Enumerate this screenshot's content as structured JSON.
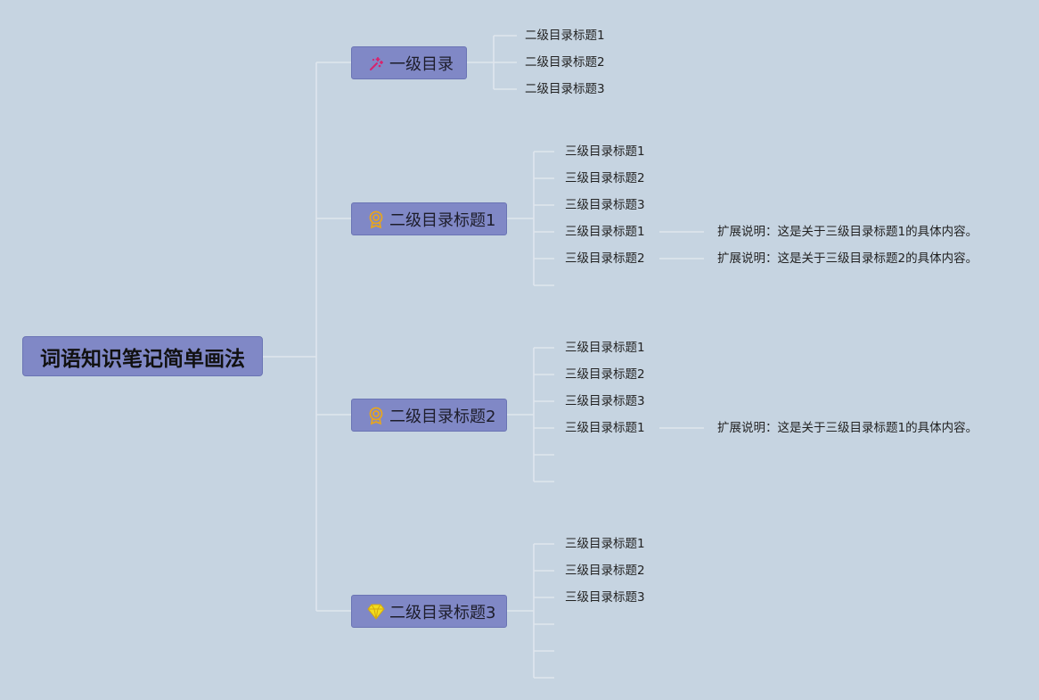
{
  "root": {
    "title": "词语知识笔记简单画法"
  },
  "branches": [
    {
      "label": "一级目录",
      "icon": "magic-wand-icon",
      "children": [
        "二级目录标题1",
        "二级目录标题2",
        "二级目录标题3"
      ]
    },
    {
      "label": "二级目录标题1",
      "icon": "medal-icon",
      "children": [
        "三级目录标题1",
        "三级目录标题2",
        "三级目录标题3",
        "三级目录标题1",
        "三级目录标题2"
      ],
      "notes": [
        "扩展说明：这是关于三级目录标题1的具体内容。",
        "扩展说明：这是关于三级目录标题2的具体内容。"
      ]
    },
    {
      "label": "二级目录标题2",
      "icon": "medal-icon",
      "children": [
        "三级目录标题1",
        "三级目录标题2",
        "三级目录标题3",
        "三级目录标题1"
      ],
      "notes": [
        "扩展说明：这是关于三级目录标题1的具体内容。"
      ]
    },
    {
      "label": "二级目录标题3",
      "icon": "diamond-icon",
      "children": [
        "三级目录标题1",
        "三级目录标题2",
        "三级目录标题3"
      ]
    }
  ],
  "colors": {
    "background": "#c6d4e1",
    "node_fill": "#8088c6",
    "connector": "#dfe6ee",
    "magic_icon": "#d6246e",
    "medal_icon": "#e6a51f",
    "diamond_icon": "#f2dc1e"
  }
}
